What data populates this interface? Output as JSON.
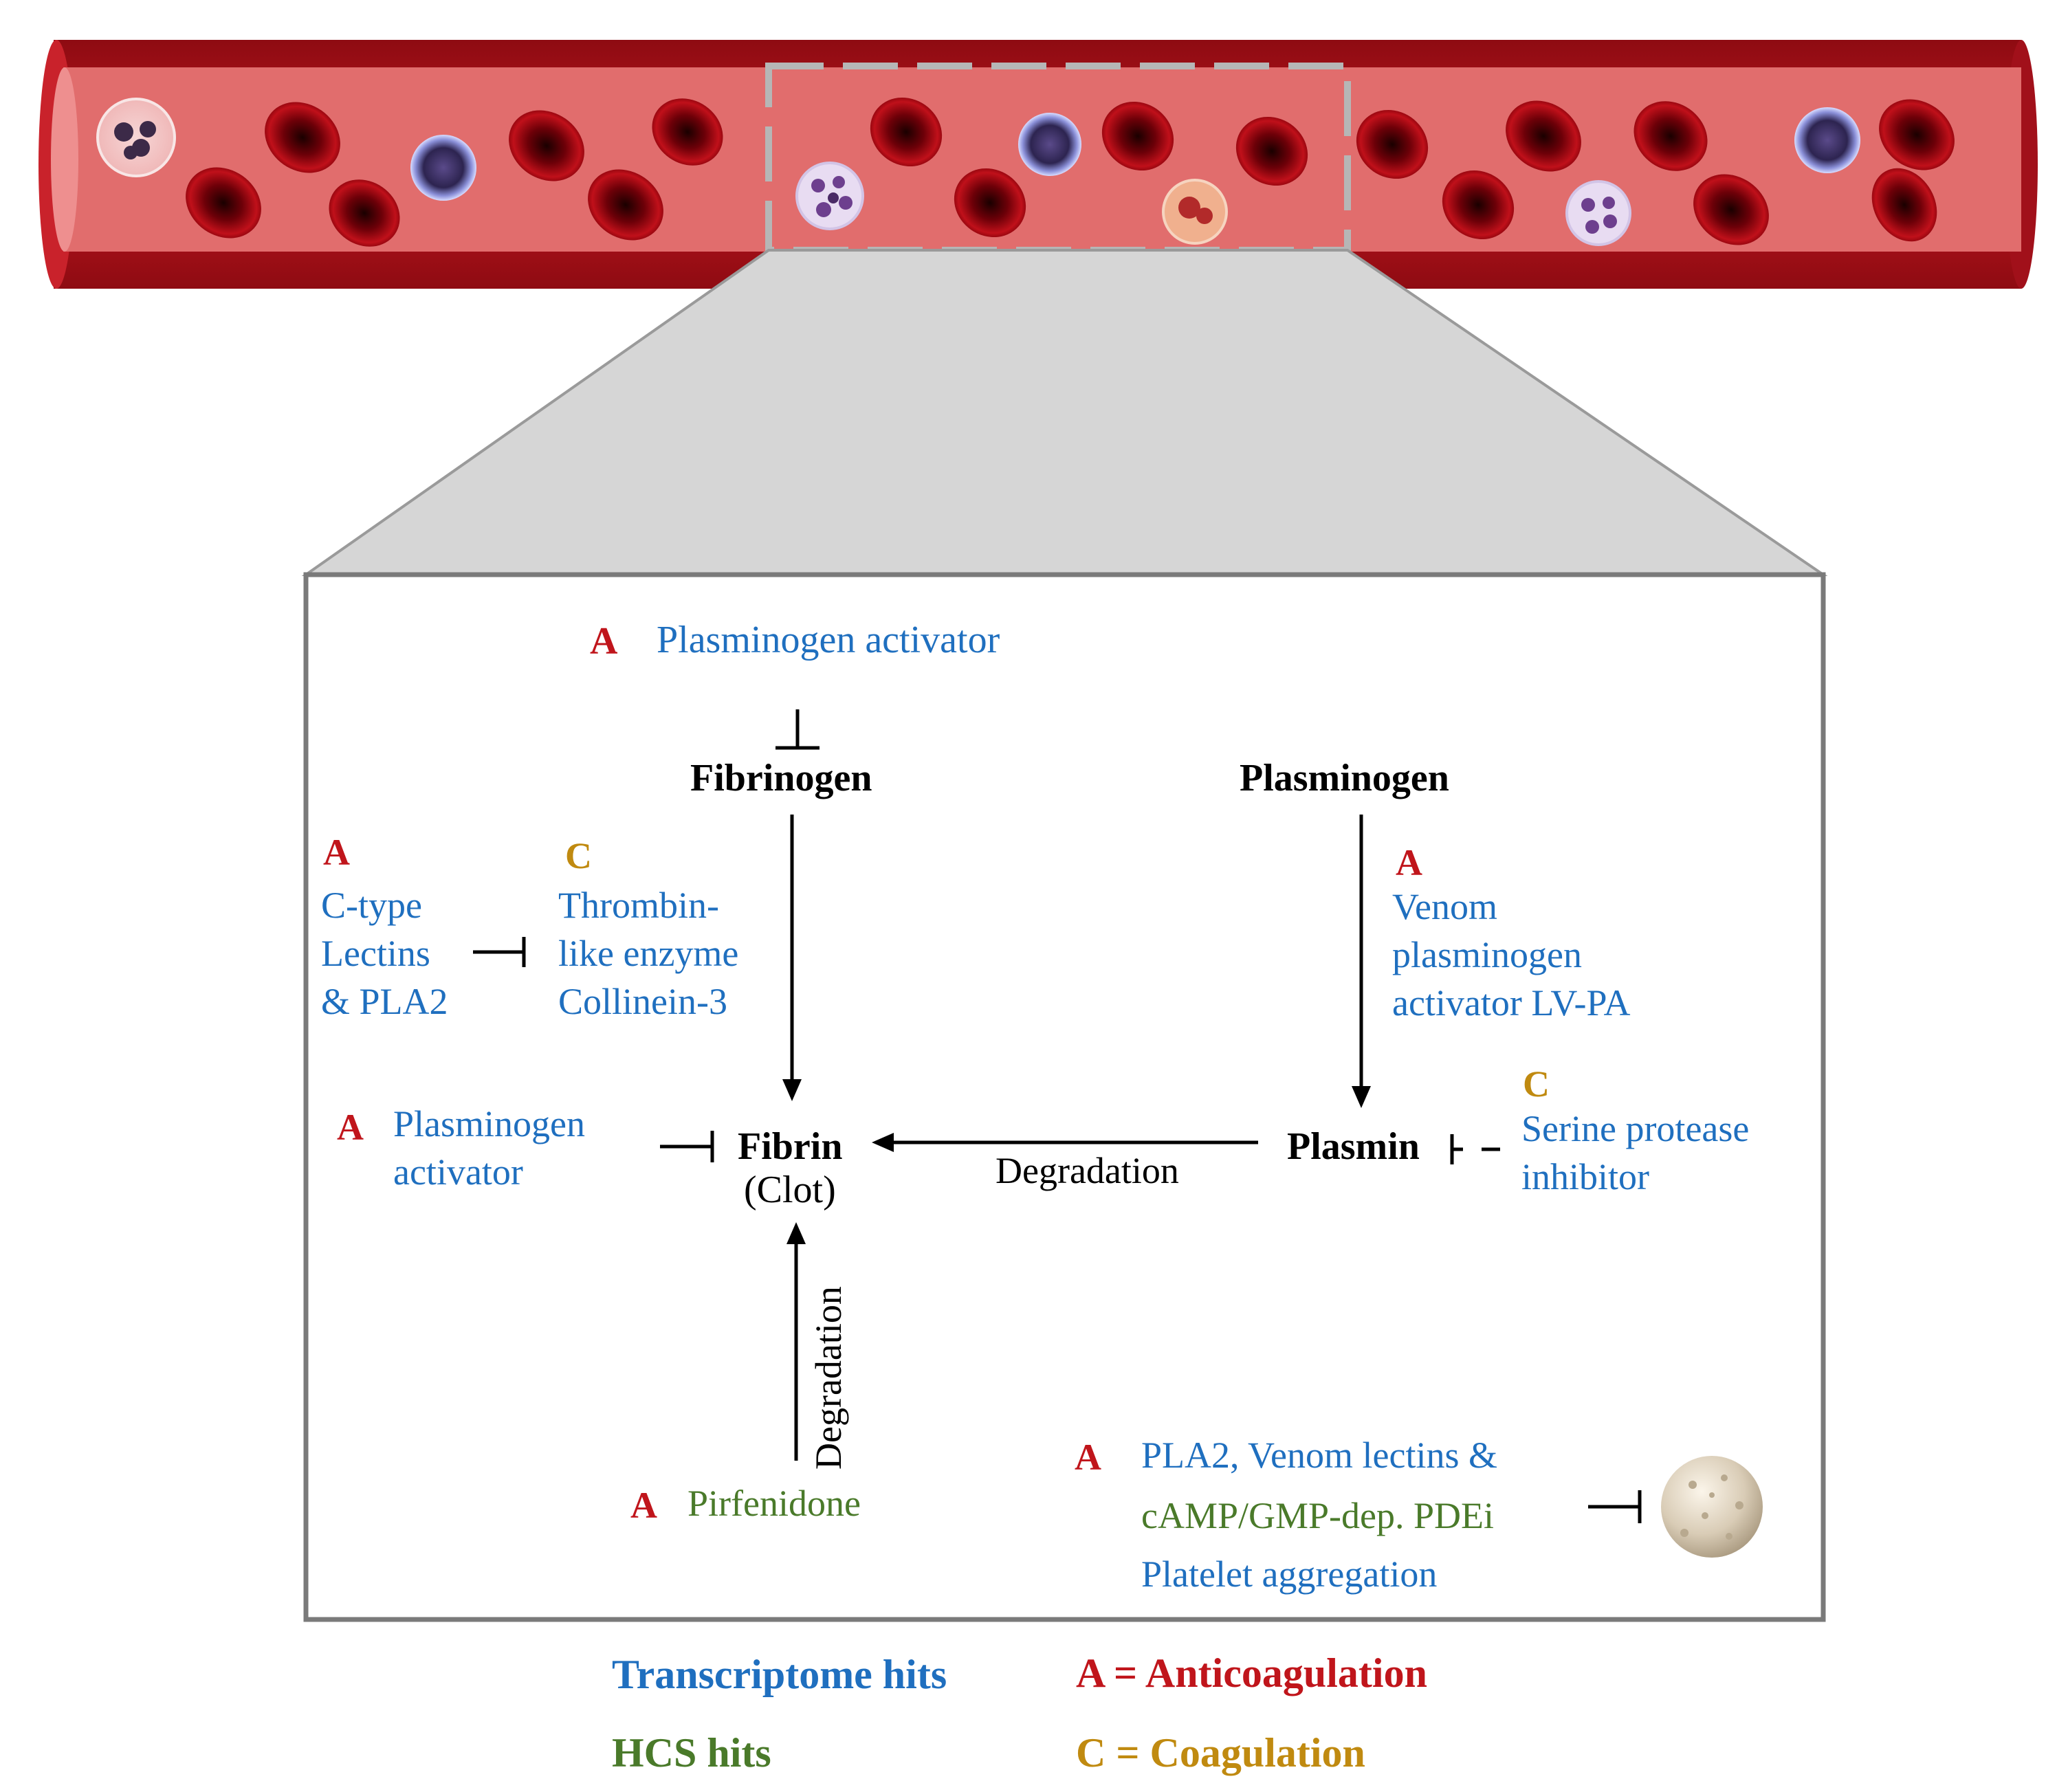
{
  "top_pathway": {
    "activator_marker": "A",
    "activator_label": "Plasminogen activator"
  },
  "nodes": {
    "fibrinogen": "Fibrinogen",
    "plasminogen": "Plasminogen",
    "fibrin": "Fibrin",
    "clot": "(Clot)",
    "plasmin": "Plasmin"
  },
  "left_inhibitor": {
    "marker": "A",
    "lines": [
      "C-type",
      "Lectins",
      "& PLA2"
    ]
  },
  "thrombin_like": {
    "marker": "C",
    "lines": [
      "Thrombin-",
      "like enzyme",
      "Collinein-3"
    ]
  },
  "venom_activator": {
    "marker": "A",
    "lines": [
      "Venom",
      "plasminogen",
      "activator LV-PA"
    ]
  },
  "fibrin_inhibitor": {
    "marker": "A",
    "lines": [
      "Plasminogen",
      "activator"
    ]
  },
  "serine_protease": {
    "marker": "C",
    "lines": [
      "Serine protease",
      "inhibitor"
    ]
  },
  "edges": {
    "horizontal_degradation": "Degradation",
    "vertical_degradation": "Degradation"
  },
  "pirfenidone": {
    "marker": "A",
    "label": "Pirfenidone"
  },
  "platelet_block": {
    "marker": "A",
    "line1": "PLA2, Venom lectins &",
    "line2": "cAMP/GMP-dep. PDEi",
    "line3": "Platelet aggregation"
  },
  "legend": {
    "transcriptome": "Transcriptome hits",
    "hcs": "HCS hits",
    "anticoagulation": "A = Anticoagulation",
    "coagulation": "C = Coagulation"
  },
  "colors": {
    "vessel_wall": "#b5141c",
    "vessel_lumen": "#e06e6e",
    "transcriptome_blue": "#1f6fbf",
    "hcs_green": "#4a7a2a",
    "anticoag_red": "#c0151b",
    "coag_gold": "#c08a10"
  }
}
